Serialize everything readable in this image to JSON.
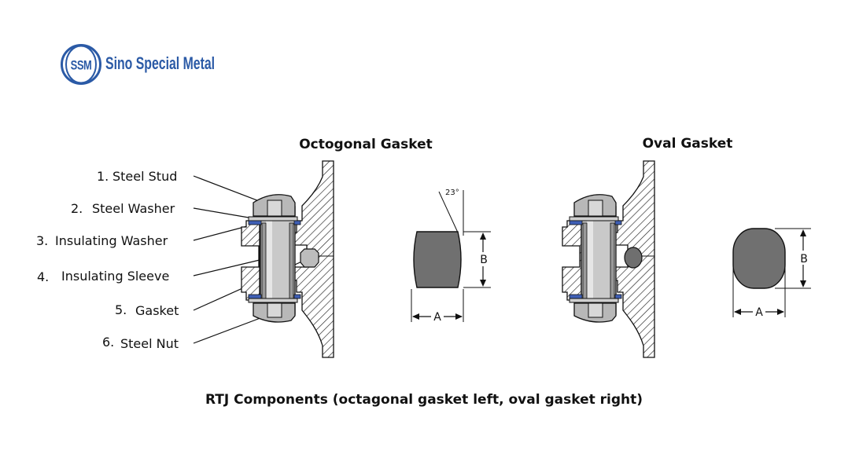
{
  "logo": {
    "badge": "SSM",
    "name": "Sino Special Metal",
    "color": "#2b5aa6"
  },
  "titles": {
    "octagonal": "Octogonal Gasket",
    "oval": "Oval Gasket"
  },
  "components": [
    {
      "num": "1.",
      "name": "Steel Stud"
    },
    {
      "num": "2.",
      "name": "Steel Washer"
    },
    {
      "num": "3.",
      "name": "Insulating Washer"
    },
    {
      "num": "4.",
      "name": "Insulating Sleeve"
    },
    {
      "num": "5.",
      "name": "Gasket"
    },
    {
      "num": "6.",
      "name": "Steel Nut"
    }
  ],
  "dimensions": {
    "angle": "23°",
    "width": "A",
    "height": "B"
  },
  "caption": "RTJ Components (octagonal gasket left, oval gasket right)",
  "colors": {
    "steel": "#bfbfbf",
    "gasket": "#707070",
    "insulation": "#3f5fb5"
  }
}
